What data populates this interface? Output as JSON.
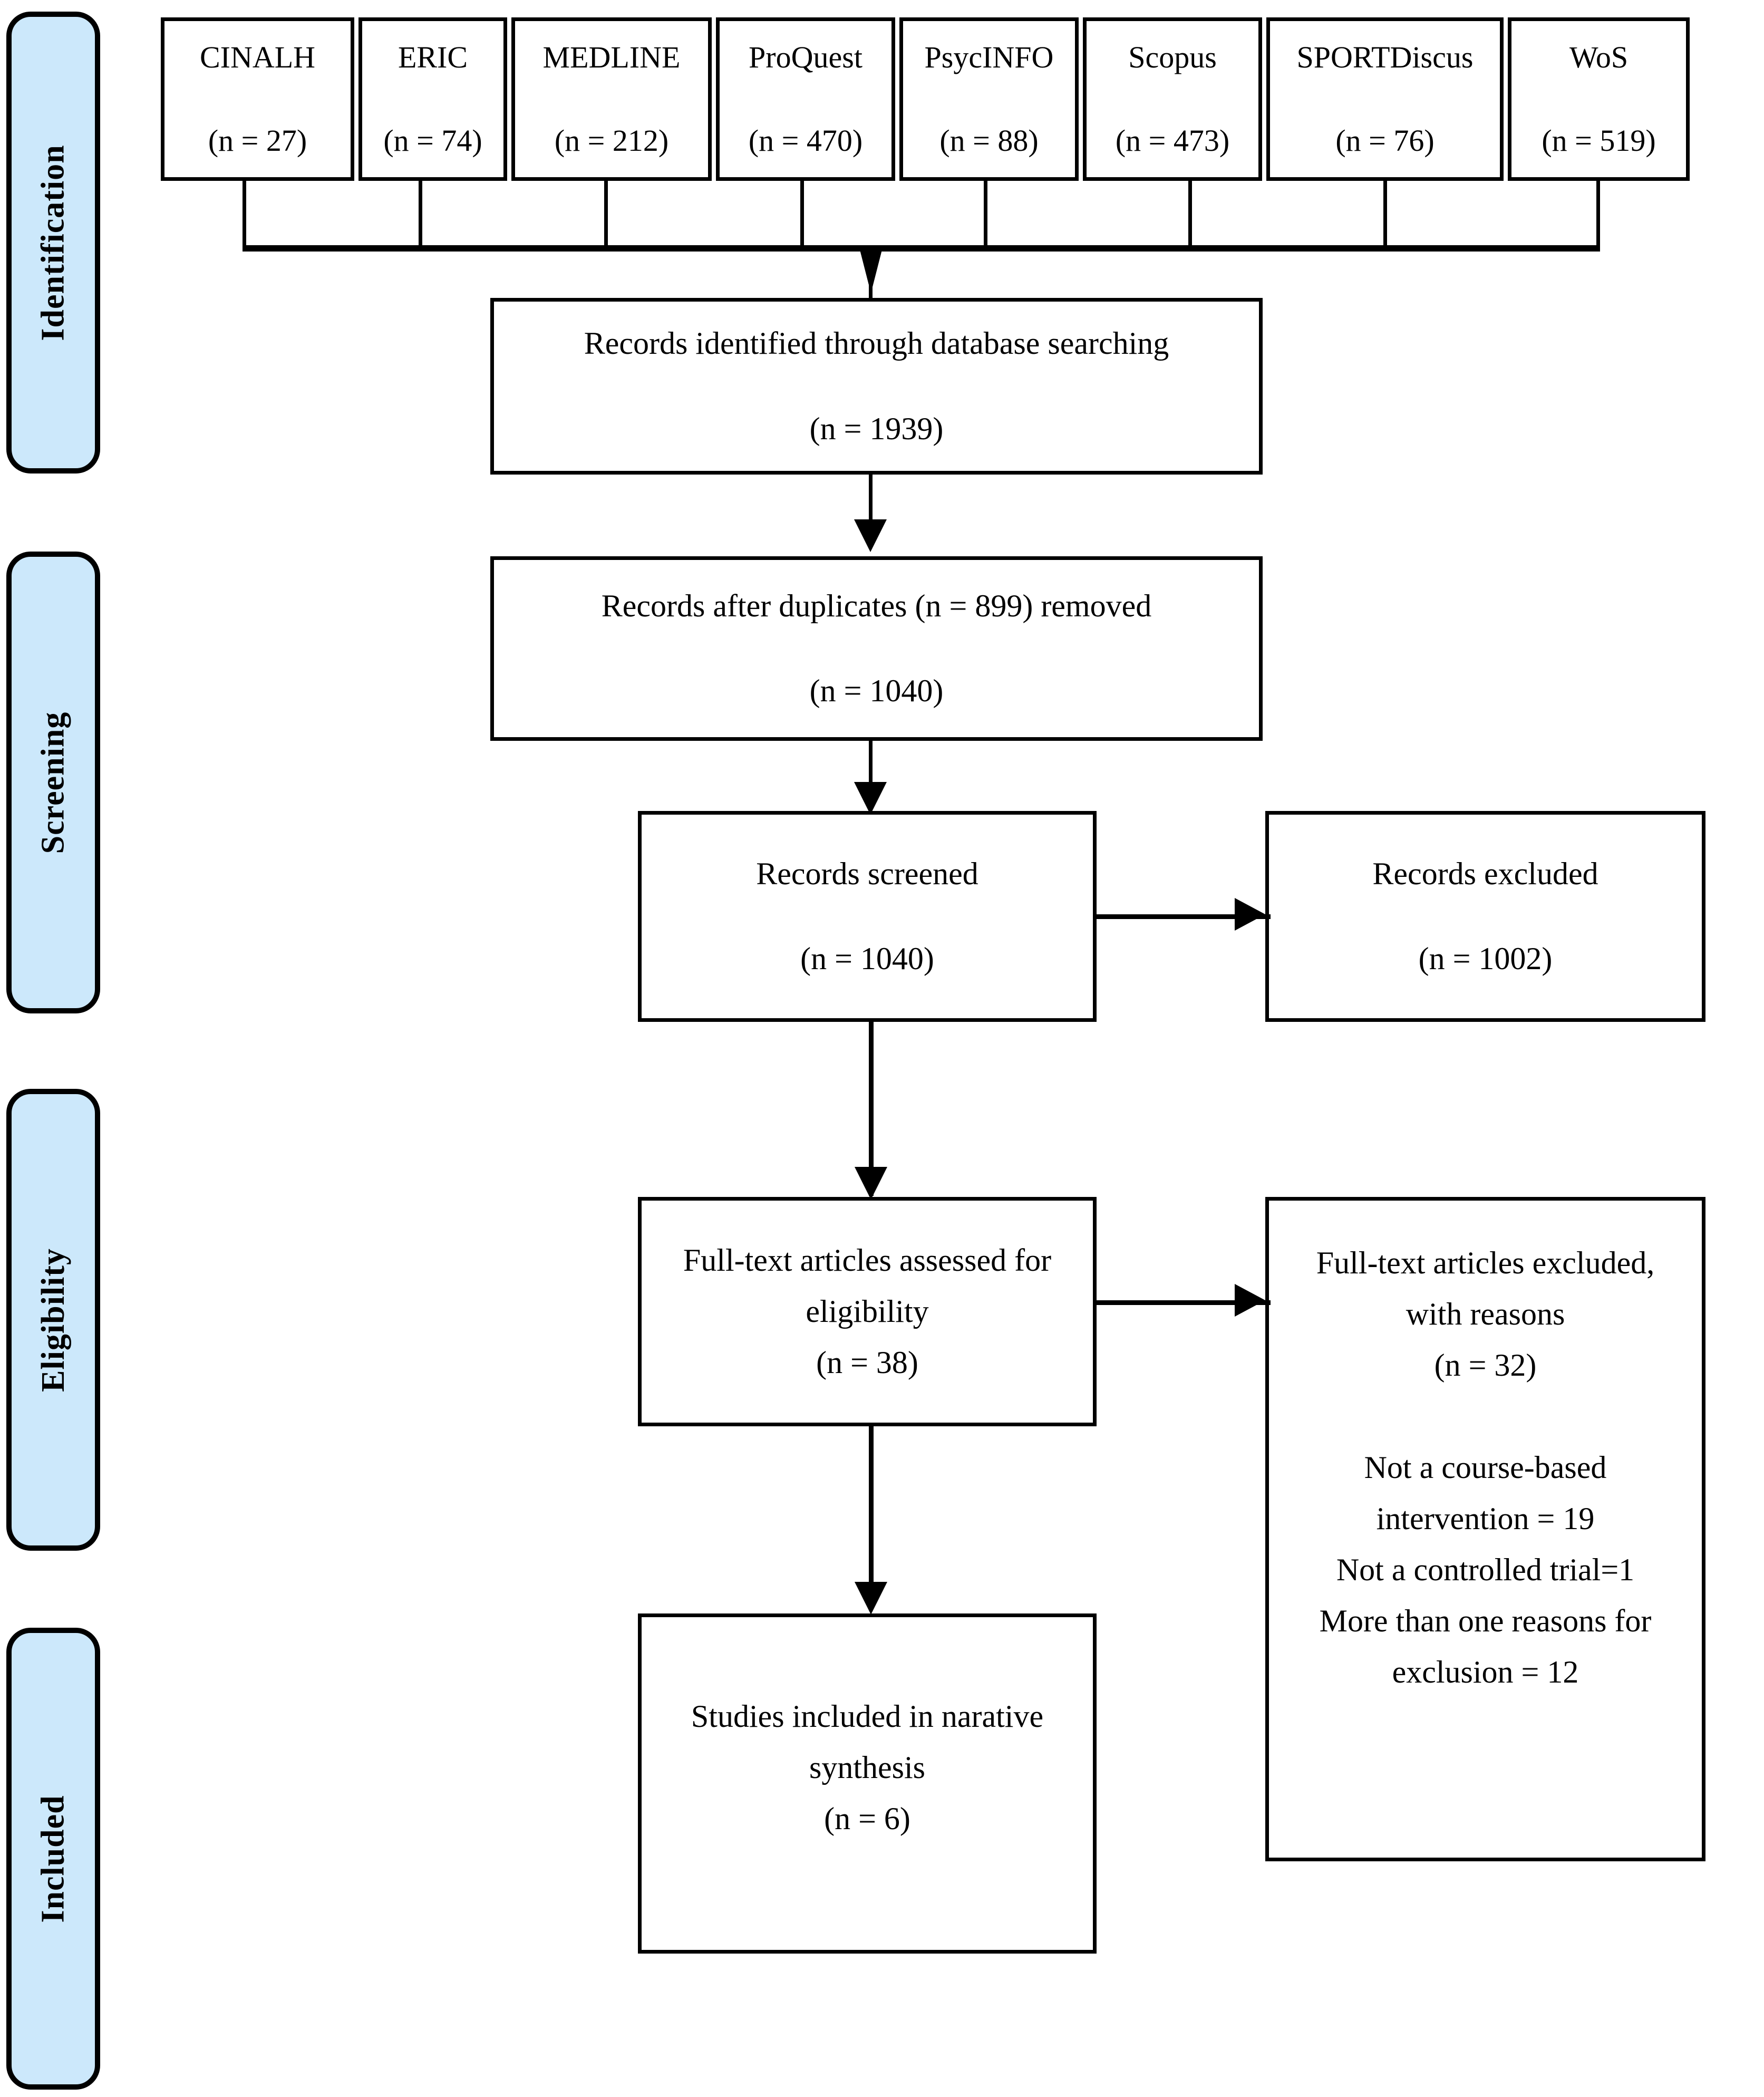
{
  "diagram": {
    "title": "PRISMA flow diagram",
    "accent_color": "#cce8fb",
    "line_color": "#000000"
  },
  "stages": [
    {
      "label": "Identification"
    },
    {
      "label": "Screening"
    },
    {
      "label": "Eligibility"
    },
    {
      "label": "Included"
    }
  ],
  "databases": [
    {
      "name": "CINALH",
      "count": "(n = 27)"
    },
    {
      "name": "ERIC",
      "count": "(n = 74)"
    },
    {
      "name": "MEDLINE",
      "count": "(n = 212)"
    },
    {
      "name": "ProQuest",
      "count": "(n = 470)"
    },
    {
      "name": "PsycINFO",
      "count": "(n = 88)"
    },
    {
      "name": "Scopus",
      "count": "(n = 473)"
    },
    {
      "name": "SPORTDiscus",
      "count": "(n = 76)"
    },
    {
      "name": "WoS",
      "count": "(n = 519)"
    }
  ],
  "identified": {
    "text": "Records identified through database searching",
    "count": "(n = 1939)"
  },
  "deduplicated": {
    "text": "Records after duplicates (n = 899) removed",
    "count": "(n = 1040)"
  },
  "screened": {
    "text": "Records screened",
    "count": "(n = 1040)"
  },
  "records_excluded": {
    "text": "Records excluded",
    "count": "(n = 1002)"
  },
  "full_text_assessed": {
    "text_line1": "Full-text articles assessed for",
    "text_line2": "eligibility",
    "count": "(n = 38)"
  },
  "full_text_excluded": {
    "text_line1": "Full-text articles excluded,",
    "text_line2": "with reasons",
    "count": "(n = 32)",
    "reasons": [
      "Not a course-based",
      "intervention = 19",
      "Not a controlled trial=1",
      "More than one reasons for",
      "exclusion = 12"
    ]
  },
  "included_studies": {
    "text_line1": "Studies included in narative",
    "text_line2": "synthesis",
    "count": "(n = 6)"
  }
}
